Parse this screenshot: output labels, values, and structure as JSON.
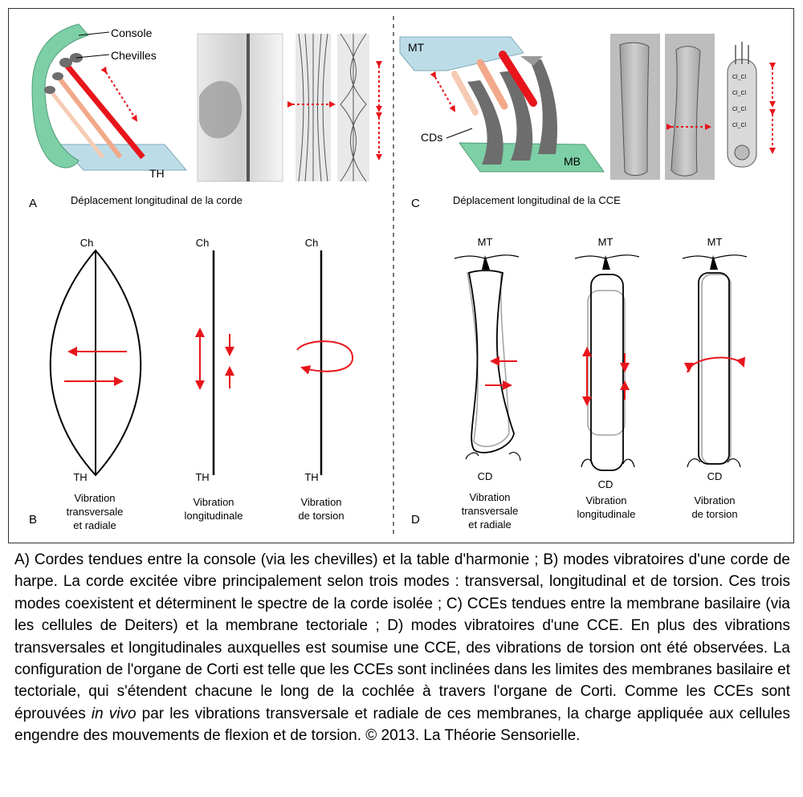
{
  "panel_a": {
    "letter": "A",
    "title": "Déplacement longitudinal de la corde",
    "labels": {
      "console": "Console",
      "chevilles": "Chevilles",
      "th": "TH"
    }
  },
  "panel_b": {
    "letter": "B",
    "top_label": "Ch",
    "bottom_label": "TH",
    "modes": [
      {
        "line1": "Vibration",
        "line2": "transversale",
        "line3": "et radiale"
      },
      {
        "line1": "Vibration",
        "line2": "longitudinale"
      },
      {
        "line1": "Vibration",
        "line2": "de torsion"
      }
    ]
  },
  "panel_c": {
    "letter": "C",
    "title": "Déplacement longitudinal de la CCE",
    "labels": {
      "mt": "MT",
      "cds": "CDs",
      "mb": "MB",
      "cell_marker": "Cl_Cl"
    }
  },
  "panel_d": {
    "letter": "D",
    "top_label": "MT",
    "bottom_label": "CD",
    "modes": [
      {
        "line1": "Vibration",
        "line2": "transversale",
        "line3": "et radiale"
      },
      {
        "line1": "Vibration",
        "line2": "longitudinale"
      },
      {
        "line1": "Vibration",
        "line2": "de torsion"
      }
    ]
  },
  "caption": {
    "before_italic": "A) Cordes tendues entre la console (via les chevilles) et la table d'harmonie ; B) modes vibratoires d'une corde de harpe. La corde excitée vibre principalement selon trois modes : transversal, longitudinal et de torsion. Ces trois modes coexistent et déterminent le spectre de la corde isolée ; C) CCEs tendues entre la membrane basilaire (via les cellules de Deiters) et la membrane tectoriale ; D) modes vibratoires d'une CCE. En plus des vibrations transversales et longitudinales auxquelles est soumise une CCE, des vibrations de torsion ont été observées. La configuration de l'organe de Corti est telle que les CCEs sont inclinées dans les limites des membranes basilaire et tectoriale, qui s'étendent chacune le long de la cochlée à travers l'organe de Corti. Comme les CCEs sont éprouvées ",
    "italic": "in vivo",
    "after_italic": " par les vibrations transversale et radiale de ces membranes, la charge appliquée aux cellules engendre des mouvements de flexion et de torsion. © 2013. La Théorie Sensorielle."
  },
  "colors": {
    "red": "#e8151b",
    "green": "#7dcfa6",
    "light_blue": "#bcdde8",
    "salmon": "#f2a98a",
    "peach": "#f6cbb4",
    "dark_gray": "#6d6d6d",
    "gray_line": "#9a9a9a"
  }
}
